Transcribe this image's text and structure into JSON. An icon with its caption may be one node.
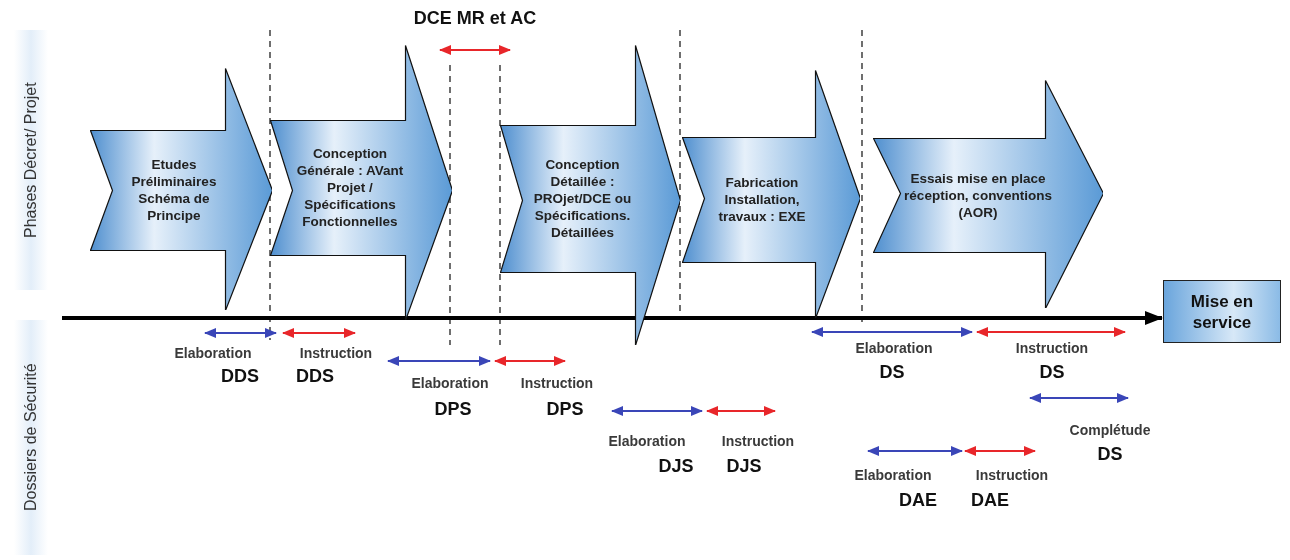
{
  "diagram": {
    "nodes": [
      {
        "text": [
          "Etudes Préliminaires Schéma de Principe"
        ]
      },
      {
        "text": [
          "Conception Générale : AVant Projet / Spécifications Fonctionnelles"
        ]
      },
      {
        "text": [
          "Conception Détaillée : PROjet/DCE ou Spécifications. Détaillées"
        ]
      },
      {
        "text": [
          "Fabrication Installation, travaux : EXE"
        ]
      },
      {
        "text": [
          "Essais mise en place réception, conventions (AOR)"
        ]
      },
      {
        "text": [
          "Mise en service"
        ]
      }
    ],
    "edges": [
      {
        "from": null,
        "to": 5,
        "arrow": "to"
      }
    ],
    "labels": [
      "Phases Décret/ Projet",
      "Dossiers de Sécurité",
      "DCE MR et AC",
      "Elaboration",
      "DDS",
      "Instruction",
      "DDS",
      "Elaboration",
      "DPS",
      "Instruction",
      "DPS",
      "Elaboration",
      "DJS",
      "Instruction",
      "DJS",
      "Elaboration",
      "DS",
      "Instruction",
      "DS",
      "Complétude",
      "DS",
      "Elaboration",
      "DAE",
      "Instruction",
      "DAE"
    ]
  }
}
